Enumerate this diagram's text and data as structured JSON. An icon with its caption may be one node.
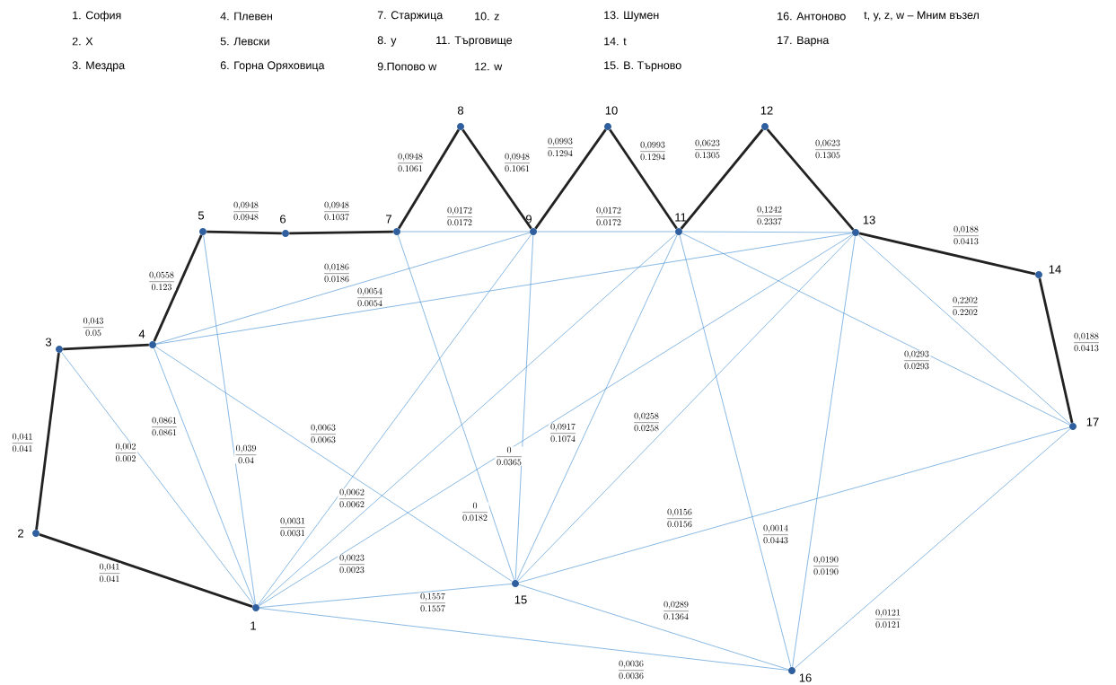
{
  "diagram": {
    "nodes": [
      {
        "text": [],
        "shape": "circle",
        "beside": [
          "1"
        ]
      },
      {
        "text": [],
        "shape": "circle",
        "beside": [
          "2"
        ]
      },
      {
        "text": [],
        "shape": "circle",
        "beside": [
          "3"
        ]
      },
      {
        "text": [],
        "shape": "circle",
        "beside": [
          "4"
        ]
      },
      {
        "text": [],
        "shape": "circle",
        "beside": [
          "5"
        ]
      },
      {
        "text": [],
        "shape": "circle",
        "beside": [
          "6"
        ]
      },
      {
        "text": [],
        "shape": "circle",
        "beside": [
          "7"
        ]
      },
      {
        "text": [],
        "shape": "circle",
        "beside": [
          "8"
        ]
      },
      {
        "text": [],
        "shape": "circle",
        "beside": [
          "9"
        ]
      },
      {
        "text": [],
        "shape": "circle",
        "beside": [
          "10"
        ]
      },
      {
        "text": [],
        "shape": "circle",
        "beside": [
          "11"
        ]
      },
      {
        "text": [],
        "shape": "circle",
        "beside": [
          "12"
        ]
      },
      {
        "text": [],
        "shape": "circle",
        "beside": [
          "13"
        ]
      },
      {
        "text": [],
        "shape": "circle",
        "beside": [
          "14"
        ]
      },
      {
        "text": [],
        "shape": "circle",
        "beside": [
          "15"
        ]
      },
      {
        "text": [],
        "shape": "circle",
        "beside": [
          "16"
        ]
      },
      {
        "text": [],
        "shape": "circle",
        "beside": [
          "17"
        ]
      }
    ],
    "edges": [
      {
        "from": 1,
        "to": 0,
        "arrow": "none",
        "style": "thick",
        "color": "#222222",
        "label": "\\frac{0{,}041}{0.041}"
      },
      {
        "from": 1,
        "to": 2,
        "arrow": "none",
        "style": "thick",
        "color": "#222222",
        "label": "\\frac{0{,}041}{0.041}"
      },
      {
        "from": 2,
        "to": 3,
        "arrow": "none",
        "style": "thick",
        "color": "#222222",
        "label": "\\frac{0{,}043}{0.05}"
      },
      {
        "from": 3,
        "to": 4,
        "arrow": "none",
        "style": "thick",
        "color": "#222222",
        "label": "\\frac{0{,}0558}{0.123}"
      },
      {
        "from": 4,
        "to": 5,
        "arrow": "none",
        "style": "thick",
        "color": "#222222",
        "label": "\\frac{0{,}0948}{0.0948}"
      },
      {
        "from": 5,
        "to": 6,
        "arrow": "none",
        "style": "thick",
        "color": "#222222",
        "label": "\\frac{0{,}0948}{0.1037}"
      },
      {
        "from": 6,
        "to": 7,
        "arrow": "none",
        "style": "thick",
        "color": "#222222",
        "label": "\\frac{0{,}0948}{0.1061}"
      },
      {
        "from": 7,
        "to": 8,
        "arrow": "none",
        "style": "thick",
        "color": "#222222",
        "label": "\\frac{0{,}0948}{0.1061}"
      },
      {
        "from": 8,
        "to": 9,
        "arrow": "none",
        "style": "thick",
        "color": "#222222",
        "label": "\\frac{0{,}0993}{0.1294}"
      },
      {
        "from": 9,
        "to": 10,
        "arrow": "none",
        "style": "thick",
        "color": "#222222",
        "label": "\\frac{0{,}0993}{0.1294}"
      },
      {
        "from": 10,
        "to": 11,
        "arrow": "none",
        "style": "thick",
        "color": "#222222",
        "label": "\\frac{0{,}0623}{0.1305}"
      },
      {
        "from": 11,
        "to": 12,
        "arrow": "none",
        "style": "thick",
        "color": "#222222",
        "label": "\\frac{0{,}0623}{0.1305}"
      },
      {
        "from": 12,
        "to": 13,
        "arrow": "none",
        "style": "thick",
        "color": "#222222",
        "label": "\\frac{0{,}0188}{0.0413}"
      },
      {
        "from": 13,
        "to": 16,
        "arrow": "none",
        "style": "thick",
        "color": "#222222",
        "label": "\\frac{0{,}0188}{0.0413}"
      },
      {
        "from": 6,
        "to": 8,
        "arrow": "none",
        "label": "\\frac{0{,}0172}{0.0172}"
      },
      {
        "from": 8,
        "to": 10,
        "arrow": "none",
        "label": "\\frac{0{,}0172}{0.0172}"
      },
      {
        "from": 10,
        "to": 12,
        "arrow": "none",
        "label": "\\frac{0{,}1242}{0.2337}"
      },
      {
        "from": 3,
        "to": 8,
        "arrow": "none",
        "label": "\\frac{0{,}0186}{0.0186}"
      },
      {
        "from": 3,
        "to": 12,
        "arrow": "none",
        "label": "\\frac{0{,}0054}{0.0054}"
      },
      {
        "from": 2,
        "to": 0,
        "arrow": "none",
        "label": "\\frac{0{,}002}{0.002}"
      },
      {
        "from": 3,
        "to": 0,
        "arrow": "none",
        "label": "\\frac{0{,}0861}{0.0861}"
      },
      {
        "from": 4,
        "to": 0,
        "arrow": "none",
        "label": "\\frac{0{,}039}{0.04}"
      },
      {
        "from": 3,
        "to": 14,
        "arrow": "none",
        "label": "\\frac{0{,}0063}{0.0063}"
      },
      {
        "from": 6,
        "to": 14,
        "arrow": "none",
        "label": "\\frac{0}{0.0182}"
      },
      {
        "from": 8,
        "to": 0,
        "arrow": "none",
        "label": "\\frac{0{,}0031}{0.0031}"
      },
      {
        "from": 10,
        "to": 0,
        "arrow": "none",
        "label": "\\frac{0{,}0062}{0.0062}"
      },
      {
        "from": 12,
        "to": 0,
        "arrow": "none",
        "label": "\\frac{0{,}0023}{0.0023}"
      },
      {
        "from": 8,
        "to": 14,
        "arrow": "none",
        "label": "\\frac{0}{0.0365}"
      },
      {
        "from": 10,
        "to": 14,
        "arrow": "none",
        "label": "\\frac{0{,}0917}{0.1074}"
      },
      {
        "from": 12,
        "to": 14,
        "arrow": "none",
        "label": "\\frac{0{,}0258}{0.0258}"
      },
      {
        "from": 10,
        "to": 15,
        "arrow": "none",
        "label": "\\frac{0{,}0014}{0.0443}"
      },
      {
        "from": 12,
        "to": 15,
        "arrow": "none",
        "label": "\\frac{0{,}0190}{0.0190}"
      },
      {
        "from": 10,
        "to": 16,
        "arrow": "none",
        "label": "\\frac{0{,}0293}{0.0293}"
      },
      {
        "from": 12,
        "to": 16,
        "arrow": "none",
        "label": "\\frac{0{,}2202}{0.2202}"
      },
      {
        "from": 14,
        "to": 16,
        "arrow": "none",
        "label": "\\frac{0{,}0156}{0.0156}"
      },
      {
        "from": 14,
        "to": 15,
        "arrow": "none",
        "label": "\\frac{0{,}0289}{0.1364}"
      },
      {
        "from": 0,
        "to": 14,
        "arrow": "none",
        "label": "\\frac{0{,}1557}{0.1557}"
      },
      {
        "from": 0,
        "to": 15,
        "arrow": "none",
        "label": "\\frac{0{,}0036}{0.0036}"
      },
      {
        "from": 15,
        "to": 16,
        "arrow": "none",
        "label": "\\frac{0{,}0121}{0.0121}"
      }
    ],
    "labels": [
      "1. София",
      "4. Плевен",
      "7. Старжица",
      "10. z",
      "13. Шумен",
      "16. Антоново",
      "t, y, z, w – Мним възел",
      "2. X",
      "5. Левски",
      "8. y",
      "11. Търговище",
      "14. t",
      "17. Варна",
      "3. Мездра",
      "6. Горна Оряховица",
      "9.Попово w",
      "12. w",
      "15. В. Търново"
    ]
  }
}
